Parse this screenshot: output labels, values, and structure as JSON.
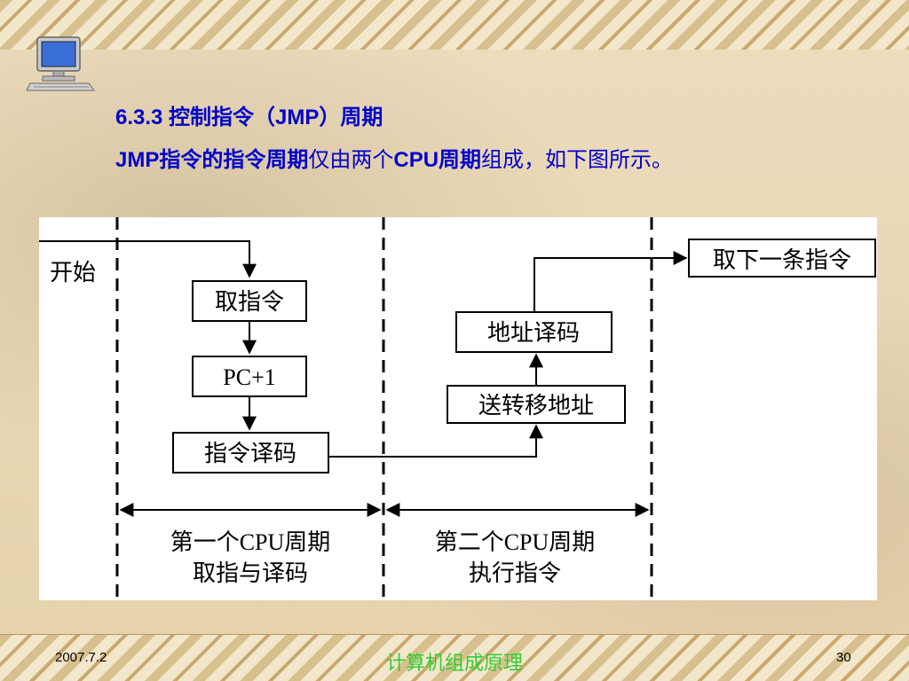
{
  "slide": {
    "heading": "6.3.3 控制指令（JMP）周期",
    "subheading_bold_1": "JMP指令的指令周期",
    "subheading_plain_1": "仅由两个",
    "subheading_bold_2": "CPU周期",
    "subheading_plain_2": "组成，如下图所示。"
  },
  "diagram": {
    "start_label": "开始",
    "nodes": {
      "fetch": "取指令",
      "pc_inc": "PC+1",
      "decode": "指令译码",
      "send_addr": "送转移地址",
      "addr_decode": "地址译码",
      "next_fetch": "取下一条指令"
    },
    "cycle_1_line_1": "第一个CPU周期",
    "cycle_1_line_2": "取指与译码",
    "cycle_2_line_1": "第二个CPU周期",
    "cycle_2_line_2": "执行指令"
  },
  "footer": {
    "date": "2007.7.2",
    "course": "计算机组成原理",
    "page": "30"
  },
  "colors": {
    "title": "#0000cc",
    "course": "#33cc33"
  },
  "icons": {
    "monitor": "computer-monitor-icon"
  }
}
